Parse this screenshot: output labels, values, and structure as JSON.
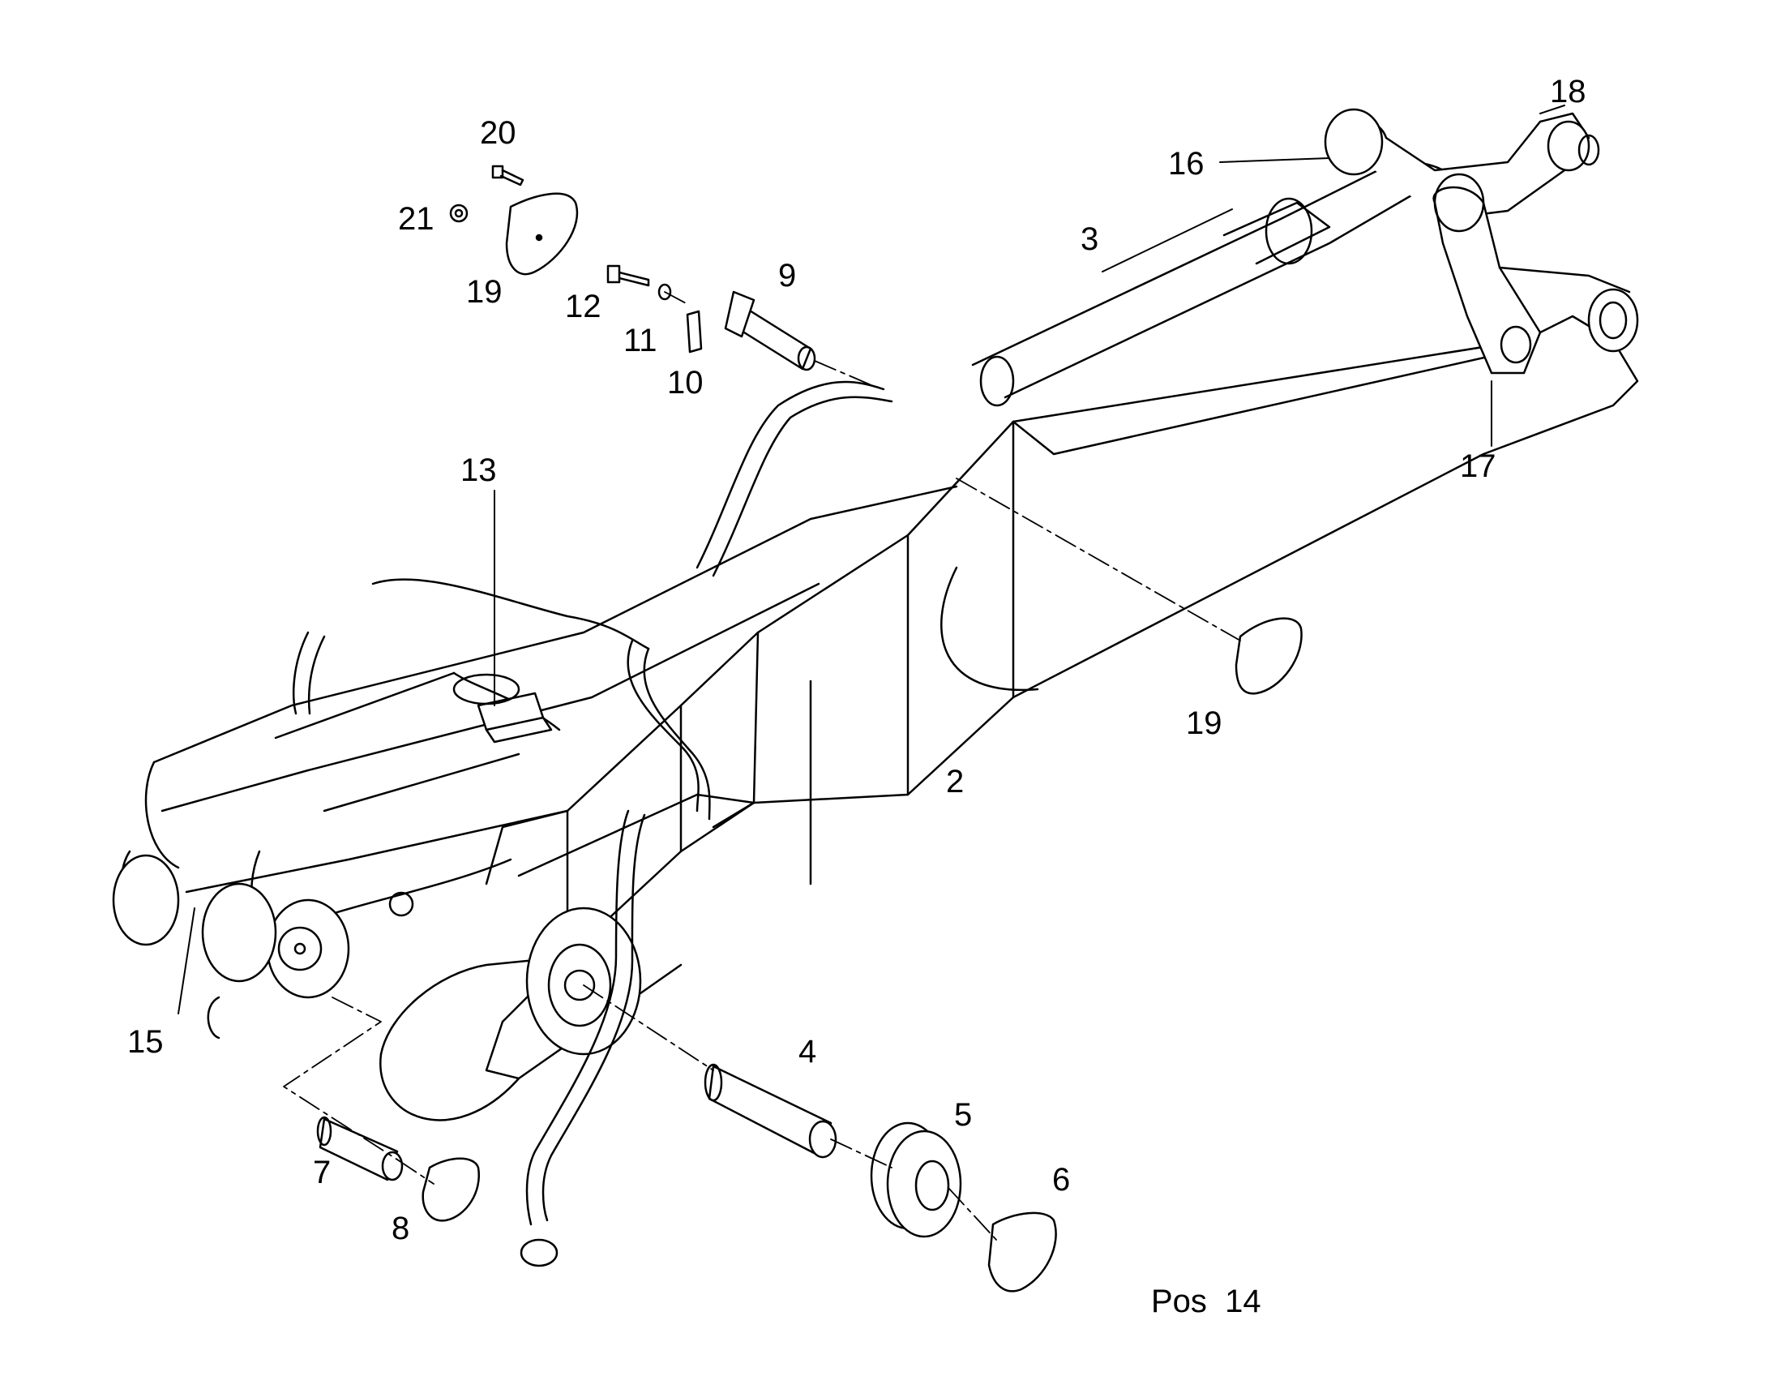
{
  "diagram": {
    "line_color": "#000000",
    "background": "#ffffff",
    "callouts": {
      "c2": "2",
      "c3": "3",
      "c4": "4",
      "c5": "5",
      "c6": "6",
      "c7": "7",
      "c8": "8",
      "c9": "9",
      "c10": "10",
      "c11": "11",
      "c12": "12",
      "c13": "13",
      "c15": "15",
      "c16": "16",
      "c17": "17",
      "c18": "18",
      "c19a": "19",
      "c19b": "19",
      "c20": "20",
      "c21": "21"
    },
    "position_label": "Pos  14"
  }
}
